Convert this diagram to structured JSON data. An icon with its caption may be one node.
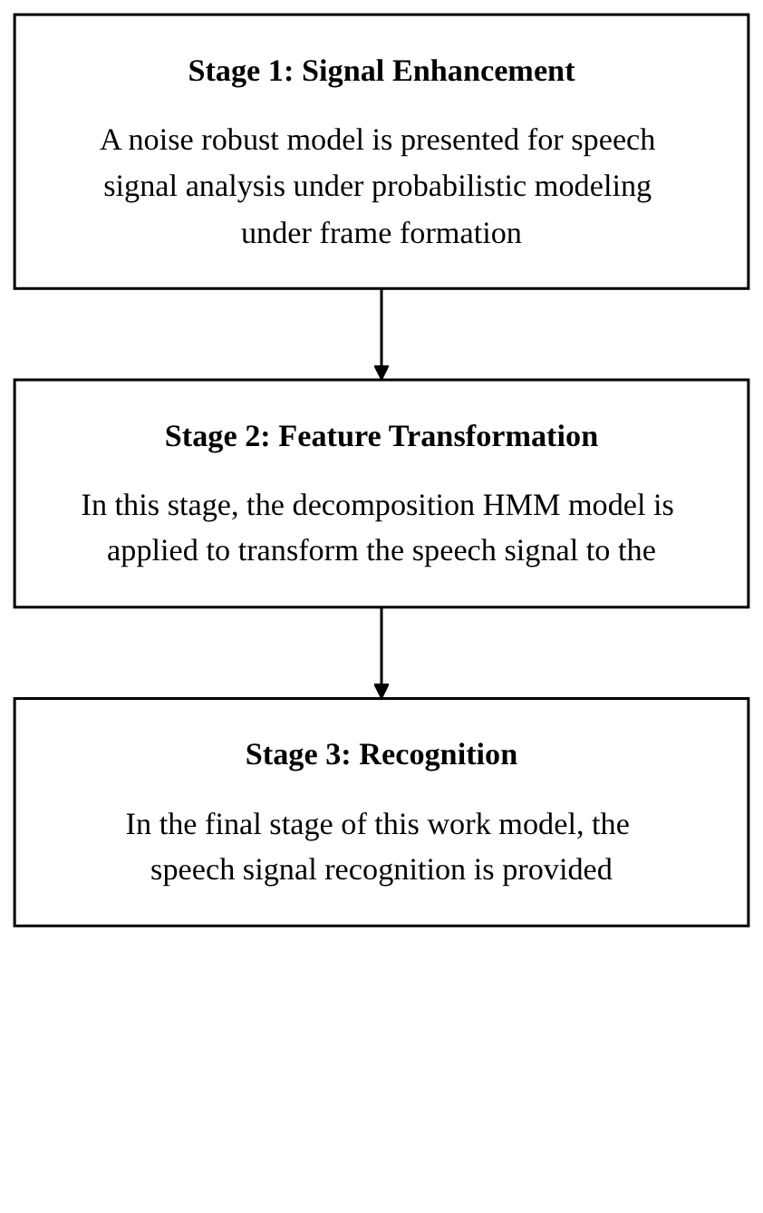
{
  "diagram": {
    "nodes": [
      {
        "text": [
          "Stage 1: Signal Enhancement",
          "A noise robust model is presented for speech signal analysis under probabilistic modeling under frame formation"
        ]
      },
      {
        "text": [
          "Stage 2: Feature Transformation",
          "In this stage, the decomposition HMM model is applied to transform the speech signal to the"
        ]
      },
      {
        "text": [
          "Stage 3: Recognition",
          "In the final stage of this work model, the speech signal recognition is provided"
        ]
      }
    ],
    "edges": [
      {
        "from": 0,
        "to": 1,
        "arrow": "to"
      },
      {
        "from": 1,
        "to": 2,
        "arrow": "to"
      }
    ]
  }
}
